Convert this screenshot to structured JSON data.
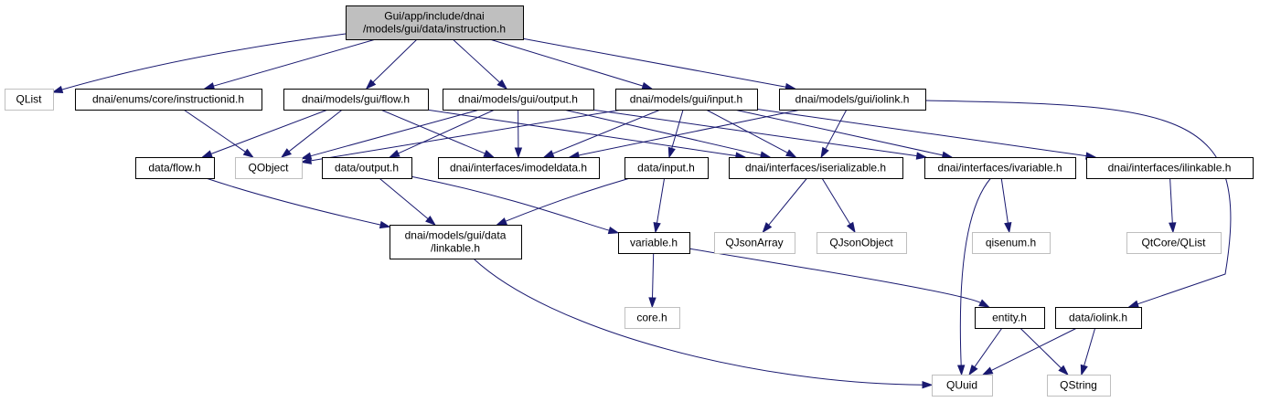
{
  "colors": {
    "edge": "#191970",
    "root_fill": "#bfbfbf",
    "node_border": "#000000",
    "external_border": "#bfbfbf",
    "node_fill": "#ffffff"
  },
  "nodes": [
    {
      "id": "instruction",
      "lines": [
        "Gui/app/include/dnai",
        "/models/gui/data/instruction.h"
      ],
      "kind": "root"
    },
    {
      "id": "qlist",
      "lines": [
        "QList"
      ],
      "kind": "external"
    },
    {
      "id": "instructionid",
      "lines": [
        "dnai/enums/core/instructionid.h"
      ],
      "kind": "file"
    },
    {
      "id": "flow",
      "lines": [
        "dnai/models/gui/flow.h"
      ],
      "kind": "file"
    },
    {
      "id": "output",
      "lines": [
        "dnai/models/gui/output.h"
      ],
      "kind": "file"
    },
    {
      "id": "input",
      "lines": [
        "dnai/models/gui/input.h"
      ],
      "kind": "file"
    },
    {
      "id": "iolink",
      "lines": [
        "dnai/models/gui/iolink.h"
      ],
      "kind": "file"
    },
    {
      "id": "dataflow",
      "lines": [
        "data/flow.h"
      ],
      "kind": "file"
    },
    {
      "id": "qobject",
      "lines": [
        "QObject"
      ],
      "kind": "external"
    },
    {
      "id": "dataoutput",
      "lines": [
        "data/output.h"
      ],
      "kind": "file"
    },
    {
      "id": "imodeldata",
      "lines": [
        "dnai/interfaces/imodeldata.h"
      ],
      "kind": "file"
    },
    {
      "id": "datainput",
      "lines": [
        "data/input.h"
      ],
      "kind": "file"
    },
    {
      "id": "iserializable",
      "lines": [
        "dnai/interfaces/iserializable.h"
      ],
      "kind": "file"
    },
    {
      "id": "ivariable",
      "lines": [
        "dnai/interfaces/ivariable.h"
      ],
      "kind": "file"
    },
    {
      "id": "ilinkable",
      "lines": [
        "dnai/interfaces/ilinkable.h"
      ],
      "kind": "file"
    },
    {
      "id": "linkable",
      "lines": [
        "dnai/models/gui/data",
        "/linkable.h"
      ],
      "kind": "file"
    },
    {
      "id": "variable",
      "lines": [
        "variable.h"
      ],
      "kind": "file"
    },
    {
      "id": "qjsonarray",
      "lines": [
        "QJsonArray"
      ],
      "kind": "external"
    },
    {
      "id": "qjsonobject",
      "lines": [
        "QJsonObject"
      ],
      "kind": "external"
    },
    {
      "id": "qisenum",
      "lines": [
        "qisenum.h"
      ],
      "kind": "external"
    },
    {
      "id": "qtcoreqlist",
      "lines": [
        "QtCore/QList"
      ],
      "kind": "external"
    },
    {
      "id": "core",
      "lines": [
        "core.h"
      ],
      "kind": "external"
    },
    {
      "id": "entity",
      "lines": [
        "entity.h"
      ],
      "kind": "file"
    },
    {
      "id": "dataiolink",
      "lines": [
        "data/iolink.h"
      ],
      "kind": "file"
    },
    {
      "id": "quuid",
      "lines": [
        "QUuid"
      ],
      "kind": "external"
    },
    {
      "id": "qstring",
      "lines": [
        "QString"
      ],
      "kind": "external"
    }
  ],
  "edges": [
    [
      "instruction",
      "qlist"
    ],
    [
      "instruction",
      "instructionid"
    ],
    [
      "instruction",
      "flow"
    ],
    [
      "instruction",
      "output"
    ],
    [
      "instruction",
      "input"
    ],
    [
      "instruction",
      "iolink"
    ],
    [
      "instructionid",
      "qobject"
    ],
    [
      "flow",
      "dataflow"
    ],
    [
      "flow",
      "qobject"
    ],
    [
      "flow",
      "imodeldata"
    ],
    [
      "flow",
      "iserializable"
    ],
    [
      "output",
      "qobject"
    ],
    [
      "output",
      "dataoutput"
    ],
    [
      "output",
      "imodeldata"
    ],
    [
      "output",
      "iserializable"
    ],
    [
      "output",
      "ivariable"
    ],
    [
      "input",
      "qobject"
    ],
    [
      "input",
      "imodeldata"
    ],
    [
      "input",
      "datainput"
    ],
    [
      "input",
      "iserializable"
    ],
    [
      "input",
      "ivariable"
    ],
    [
      "input",
      "ilinkable"
    ],
    [
      "iolink",
      "imodeldata"
    ],
    [
      "iolink",
      "iserializable"
    ],
    [
      "iolink",
      "dataiolink"
    ],
    [
      "dataflow",
      "linkable"
    ],
    [
      "dataoutput",
      "linkable"
    ],
    [
      "dataoutput",
      "variable"
    ],
    [
      "datainput",
      "linkable"
    ],
    [
      "datainput",
      "variable"
    ],
    [
      "iserializable",
      "qjsonarray"
    ],
    [
      "iserializable",
      "qjsonobject"
    ],
    [
      "ivariable",
      "quuid"
    ],
    [
      "ivariable",
      "qisenum"
    ],
    [
      "ilinkable",
      "qtcoreqlist"
    ],
    [
      "linkable",
      "quuid"
    ],
    [
      "variable",
      "core"
    ],
    [
      "variable",
      "entity"
    ],
    [
      "entity",
      "quuid"
    ],
    [
      "entity",
      "qstring"
    ],
    [
      "dataiolink",
      "quuid"
    ],
    [
      "dataiolink",
      "qstring"
    ]
  ]
}
